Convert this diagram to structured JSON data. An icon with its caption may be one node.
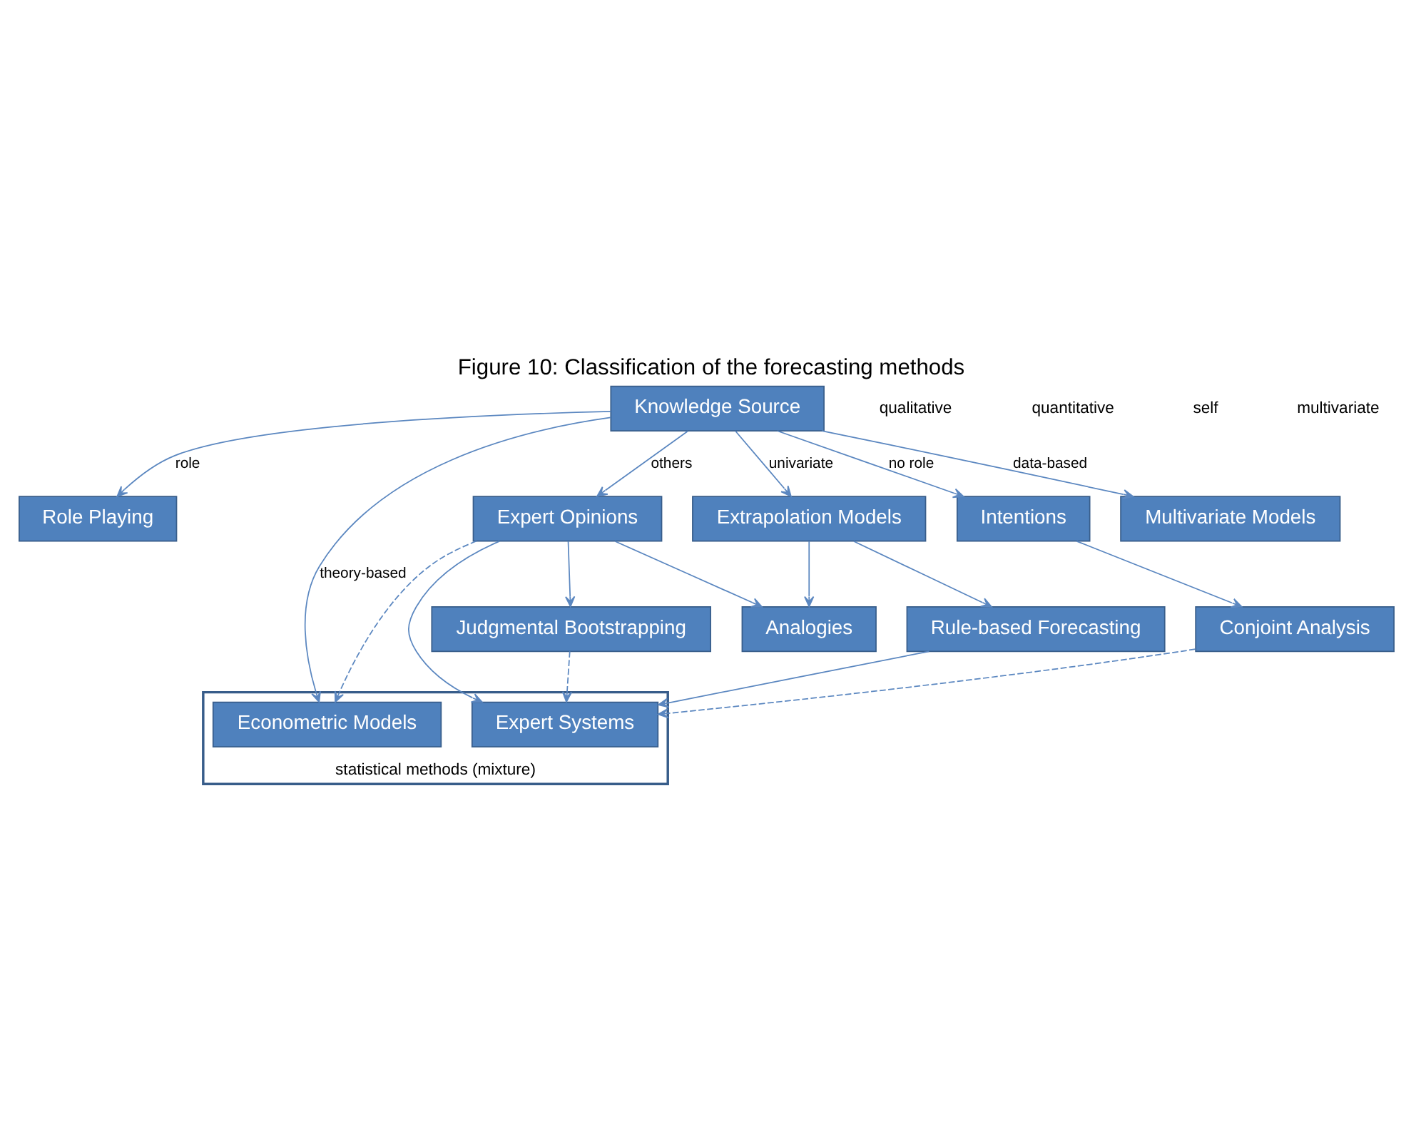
{
  "diagram": {
    "title": "Figure 10: Classification of the forecasting methods",
    "nodes": [
      {
        "text": [
          "Knowledge Source"
        ]
      },
      {
        "text": [
          "Role Playing"
        ]
      },
      {
        "text": [
          "Intentions"
        ]
      },
      {
        "text": [
          "Expert Opinions"
        ]
      },
      {
        "text": [
          "Extrapolation Models"
        ]
      },
      {
        "text": [
          "Multivariate Models"
        ]
      },
      {
        "text": [
          "Analogies"
        ]
      },
      {
        "text": [
          "Conjoint Analysis"
        ]
      },
      {
        "text": [
          "Judgmental Bootstrapping"
        ]
      },
      {
        "text": [
          "Rule-based Forecasting"
        ]
      },
      {
        "text": [
          "statistical methods (mixture)"
        ]
      },
      {
        "text": [
          "Expert Systems"
        ],
        "in": 10
      },
      {
        "text": [
          "Econometric Models"
        ],
        "in": 10
      }
    ],
    "edges": [
      {
        "from": 0,
        "to": 1,
        "arrow": "to",
        "label": "role"
      },
      {
        "from": 0,
        "to": 2,
        "arrow": "to",
        "label": "no role"
      },
      {
        "from": 0,
        "to": 3,
        "arrow": "to",
        "label": "others"
      },
      {
        "from": 0,
        "to": 4,
        "arrow": "to",
        "label": "univariate"
      },
      {
        "from": 0,
        "to": 5,
        "arrow": "to",
        "label": "data-based"
      },
      {
        "from": 0,
        "to": 12,
        "arrow": "to",
        "label": "theory-based"
      },
      {
        "from": 3,
        "to": 6,
        "arrow": "to"
      },
      {
        "from": 4,
        "to": 6,
        "arrow": "to"
      },
      {
        "from": 2,
        "to": 7,
        "arrow": "to"
      },
      {
        "from": 3,
        "to": 8,
        "arrow": "to"
      },
      {
        "from": 4,
        "to": 9,
        "arrow": "to"
      },
      {
        "from": 3,
        "to": 11,
        "arrow": "to"
      },
      {
        "from": 3,
        "to": 12,
        "arrow": "to",
        "style": "dashed"
      },
      {
        "from": 9,
        "to": 11,
        "arrow": "to"
      },
      {
        "from": 7,
        "to": 11,
        "arrow": "to",
        "style": "dashed"
      },
      {
        "from": 8,
        "to": 11,
        "arrow": "to",
        "style": "dashed"
      }
    ],
    "labels": [
      "qualitative",
      "quantitative",
      "self",
      "multivariate"
    ]
  }
}
